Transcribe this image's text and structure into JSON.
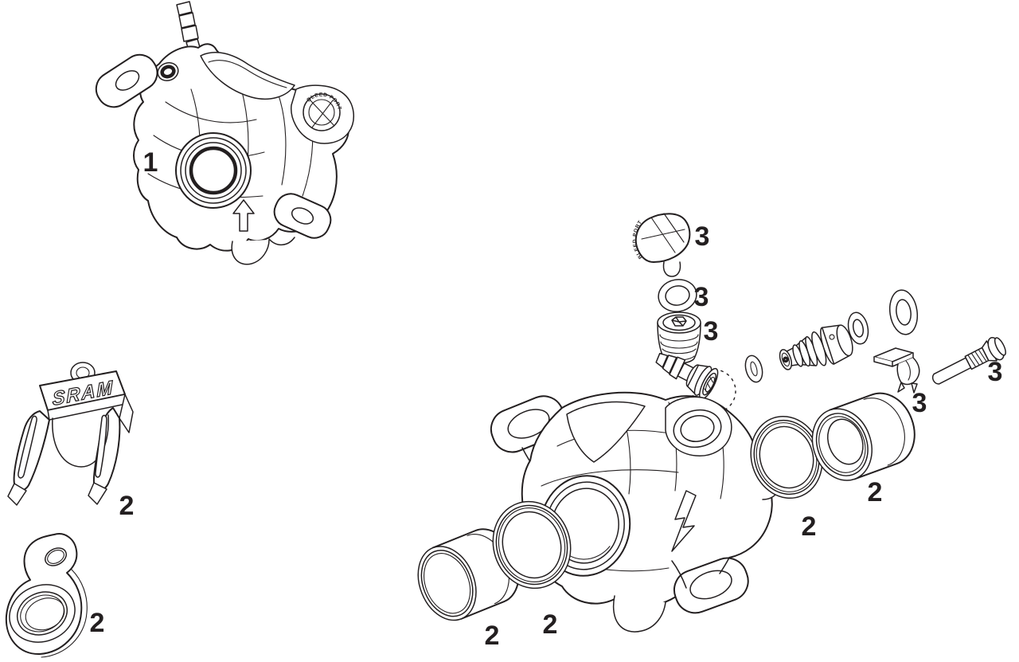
{
  "diagram": {
    "description": "SRAM hydraulic disc brake caliper exploded parts diagram",
    "background_color": "#ffffff",
    "line_color": "#231f20",
    "brand_text": "SRAM",
    "bleed_port_text": "BLEED PORT"
  },
  "labels": [
    {
      "part": "caliper-assembly",
      "text": "1"
    },
    {
      "part": "pad-spreader-clip",
      "text": "2"
    },
    {
      "part": "mount-gasket",
      "text": "2"
    },
    {
      "part": "bleed-port-cap",
      "text": "3"
    },
    {
      "part": "bleed-screw-oring",
      "text": "3"
    },
    {
      "part": "bleed-screw",
      "text": "3"
    },
    {
      "part": "pad-pin-bolt",
      "text": "3"
    },
    {
      "part": "pin-retainer-clip",
      "text": "3"
    },
    {
      "part": "piston-right",
      "text": "2"
    },
    {
      "part": "piston-seal-right",
      "text": "2"
    },
    {
      "part": "piston-seal-left",
      "text": "2"
    },
    {
      "part": "piston-left",
      "text": "2"
    }
  ]
}
